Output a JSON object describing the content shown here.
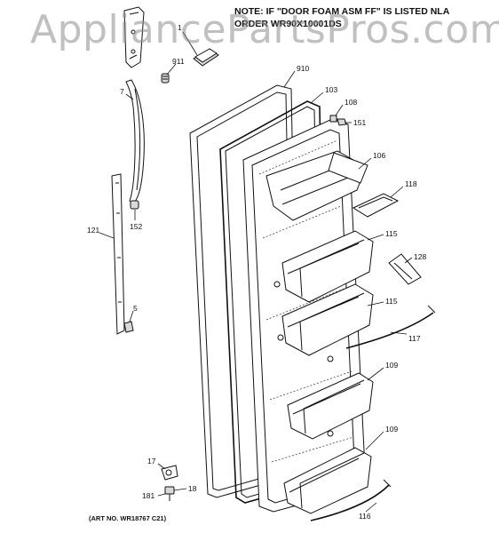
{
  "watermark": "AppliancePartsPros.com",
  "note": {
    "line1": "NOTE: IF \"DOOR FOAM ASM FF\" IS LISTED NLA",
    "line2": "ORDER WR90X10001DS"
  },
  "art_no": "(ART NO. WR18767 C21)",
  "callouts": {
    "c1": "1",
    "c911": "911",
    "c7": "7",
    "c910": "910",
    "c103": "103",
    "c108": "108",
    "c151": "151",
    "c106": "106",
    "c118": "118",
    "c121": "121",
    "c152": "152",
    "c115a": "115",
    "c128": "128",
    "c5": "5",
    "c115b": "115",
    "c117": "117",
    "c109a": "109",
    "c109b": "109",
    "c17": "17",
    "c18": "18",
    "c181": "181",
    "c116": "116"
  }
}
